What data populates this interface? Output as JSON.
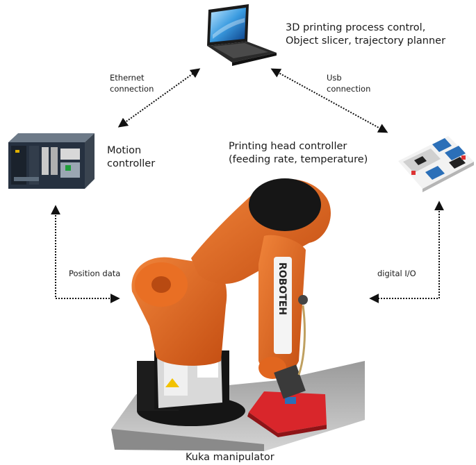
{
  "labels": {
    "laptop_line1": "3D printing process control,",
    "laptop_line2": "Object slicer, trajectory planner",
    "motion_line1": "Motion",
    "motion_line2": "controller",
    "head_line1": "Printing head controller",
    "head_line2": "(feeding rate, temperature)",
    "ethernet_line1": "Ethernet",
    "ethernet_line2": "connection",
    "usb_line1": "Usb",
    "usb_line2": "connection",
    "position": "Position data",
    "digital_io": "digital I/O",
    "robot_caption": "Kuka manipulator",
    "robot_arm_text": "ROBOTEH"
  },
  "nodes": [
    "laptop",
    "motion-controller",
    "printing-head-controller",
    "kuka-manipulator"
  ],
  "connections": [
    {
      "from": "laptop",
      "to": "motion-controller",
      "label": "Ethernet connection"
    },
    {
      "from": "laptop",
      "to": "printing-head-controller",
      "label": "Usb connection"
    },
    {
      "from": "motion-controller",
      "to": "kuka-manipulator",
      "label": "Position data"
    },
    {
      "from": "printing-head-controller",
      "to": "kuka-manipulator",
      "label": "digital I/O"
    }
  ],
  "colors": {
    "robot_orange": "#e0651f",
    "robot_dark": "#1c1c1c",
    "pcb_red": "#d9262b",
    "board_blue": "#2b6fb8",
    "arrow": "#111111"
  }
}
